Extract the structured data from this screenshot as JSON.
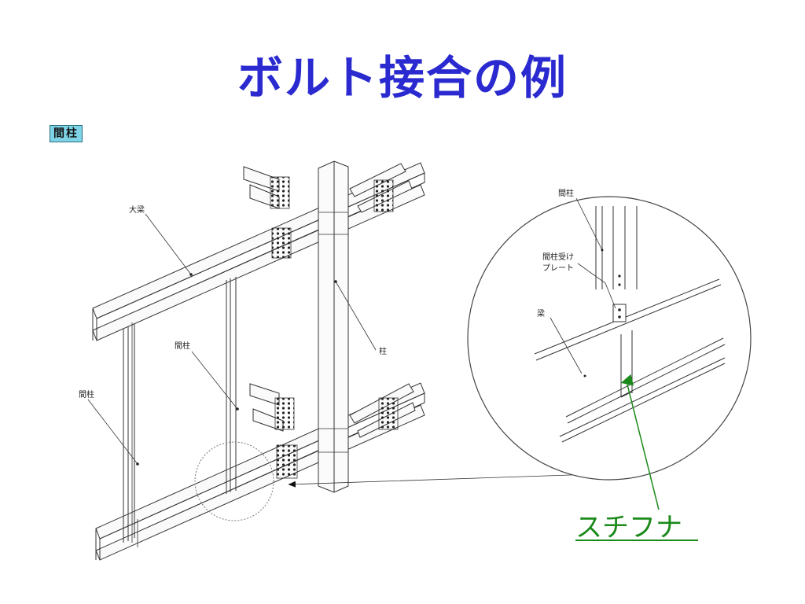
{
  "title": "ボルト接合の例",
  "section_tag": "間柱",
  "labels": {
    "girder": "大梁",
    "stud_left": "間柱",
    "stud_mid": "間柱",
    "column": "柱",
    "detail_stud": "間柱",
    "detail_plate_line1": "間柱受け",
    "detail_plate_line2": "プレート",
    "detail_beam": "梁"
  },
  "callout": "スチフナ",
  "colors": {
    "title": "#2a2ad0",
    "callout": "#1a8a1a",
    "tag_bg": "#7fd3e6"
  }
}
